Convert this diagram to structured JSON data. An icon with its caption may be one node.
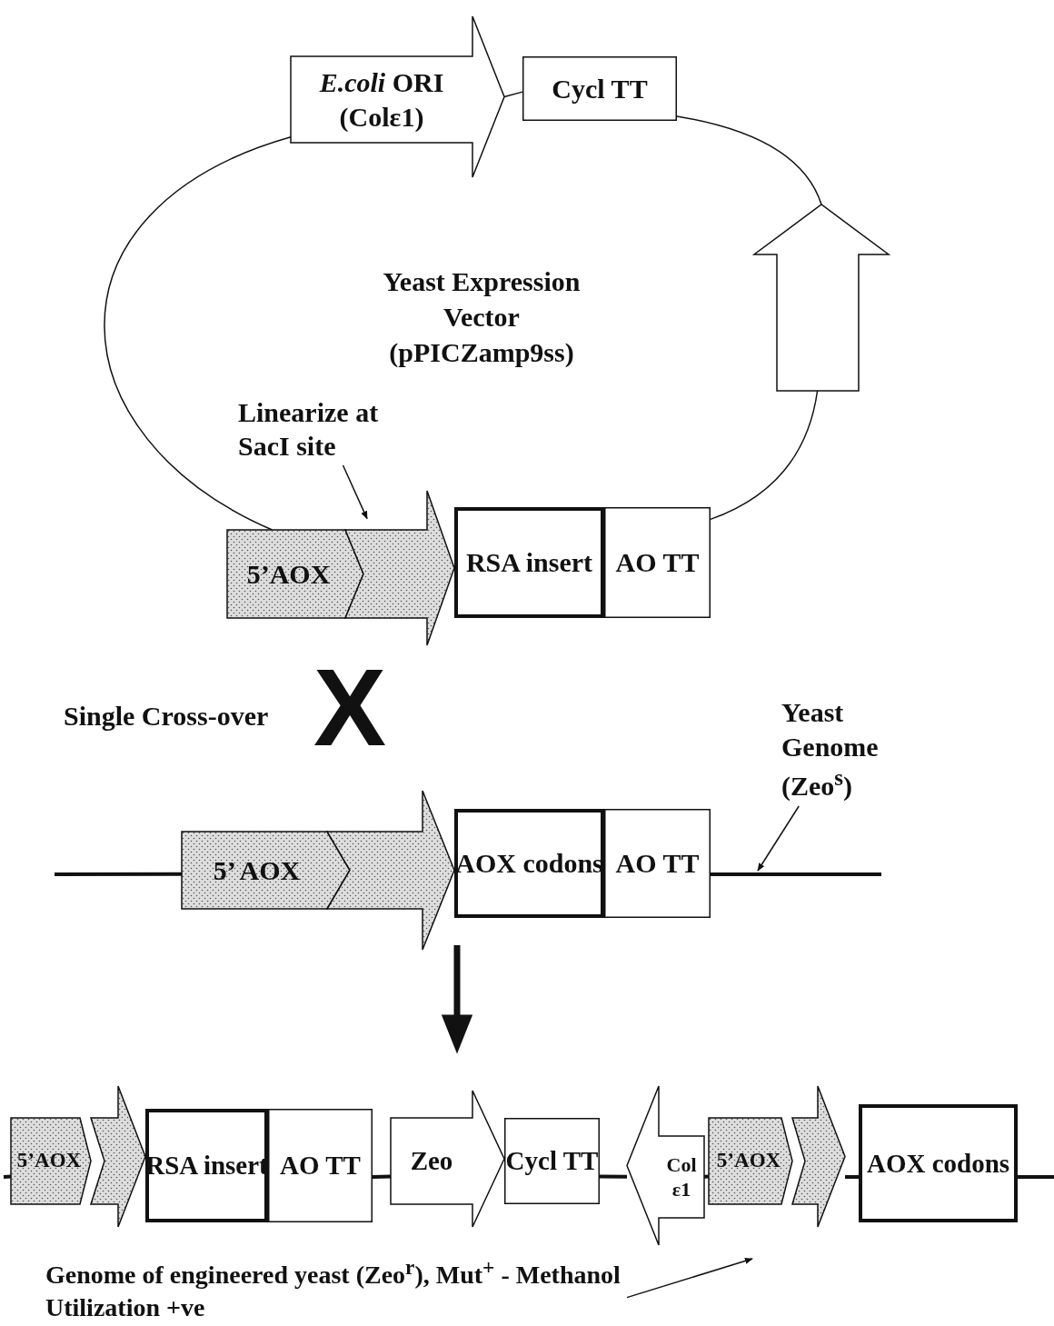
{
  "diagram": {
    "nodes": [
      {
        "text": [
          "*E.coli* ORI (Colε1)"
        ]
      },
      {
        "text": [
          "Cycl TT"
        ]
      },
      {
        "text": [],
        "shape": "arrow"
      },
      {
        "text": [
          "5’AOX"
        ]
      },
      {
        "text": [],
        "shape": "arrow"
      },
      {
        "text": [
          "RSA insert"
        ]
      },
      {
        "text": [
          "AO TT"
        ]
      },
      {
        "text": [
          "Linearize at SacI site"
        ]
      },
      {
        "text": [
          "5’ AOX"
        ]
      },
      {
        "text": [],
        "shape": "arrow"
      },
      {
        "text": [
          "AOX codons"
        ]
      },
      {
        "text": [
          "AO TT"
        ]
      },
      {
        "text": [
          "Yeast Genome (Zeo$^{s}$)"
        ]
      },
      {
        "text": [
          "5’AOX"
        ]
      },
      {
        "text": [],
        "shape": "arrow"
      },
      {
        "text": [
          "RSA insert"
        ]
      },
      {
        "text": [
          "AO TT"
        ]
      },
      {
        "text": [
          "Zeo"
        ]
      },
      {
        "text": [
          "Cycl TT"
        ]
      },
      {
        "text": [
          "Col ε1"
        ]
      },
      {
        "text": [
          "5’AOX"
        ]
      },
      {
        "text": [],
        "shape": "arrow"
      },
      {
        "text": [
          "AOX codons"
        ]
      },
      {
        "text": [
          "Genome of engineered yeast (Zeo$^{r}$), Mut$^{+}$ - Methanol Utilization +ve"
        ]
      }
    ],
    "edges": [
      {
        "from": 0,
        "to": 1,
        "arrow": "none"
      },
      {
        "from": 1,
        "to": 2,
        "arrow": "none"
      },
      {
        "from": 2,
        "to": 6,
        "arrow": "none"
      },
      {
        "from": 3,
        "to": 0,
        "arrow": "none"
      },
      {
        "from": 7,
        "to": 4,
        "arrow": "to"
      },
      {
        "from": null,
        "to": 8,
        "arrow": "none"
      },
      {
        "from": 11,
        "to": null,
        "arrow": "none"
      },
      {
        "from": 12,
        "to": null,
        "arrow": "to"
      },
      {
        "from": null,
        "to": 13,
        "arrow": "none"
      },
      {
        "from": 16,
        "to": 17,
        "arrow": "none"
      },
      {
        "from": 18,
        "to": 19,
        "arrow": "none"
      },
      {
        "from": 19,
        "to": 20,
        "arrow": "none"
      },
      {
        "from": 21,
        "to": 22,
        "arrow": "none"
      },
      {
        "from": 22,
        "to": null,
        "arrow": "none"
      },
      {
        "from": 23,
        "to": null,
        "arrow": "to"
      }
    ],
    "labels": [
      "Yeast Expression Vector (pPICZamp9ss)",
      "Single Cross-over",
      "X"
    ]
  }
}
